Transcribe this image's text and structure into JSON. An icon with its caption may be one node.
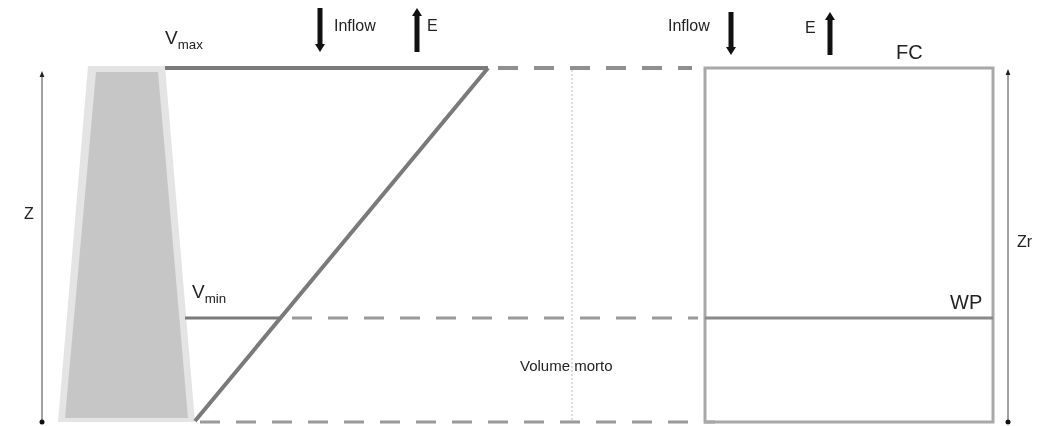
{
  "diagram": {
    "labels": [
      "V$_{max}$",
      "Inflow",
      "E",
      "Inflow",
      "E",
      "FC",
      "Z",
      "Zr",
      "V$_{min}$",
      "WP",
      "Volume morto"
    ]
  }
}
